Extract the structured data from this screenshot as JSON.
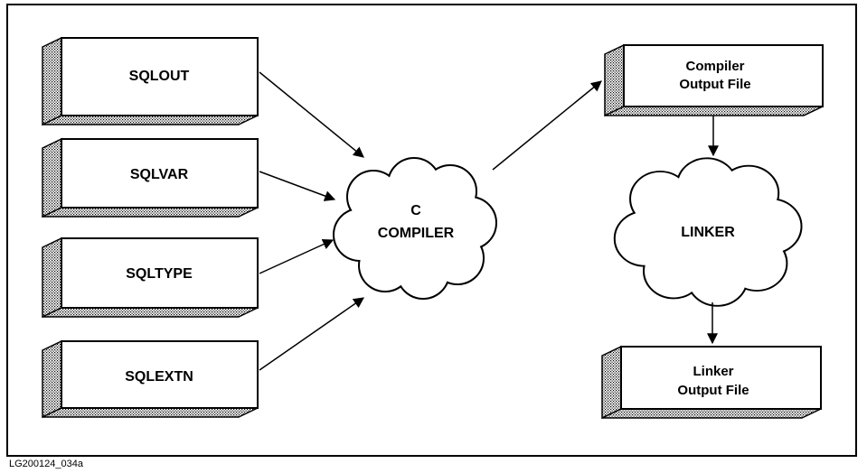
{
  "diagram": {
    "inputs": [
      "SQLOUT",
      "SQLVAR",
      "SQLTYPE",
      "SQLEXTN"
    ],
    "compiler": {
      "line1": "C",
      "line2": "COMPILER"
    },
    "compiler_output": {
      "line1": "Compiler",
      "line2": "Output File"
    },
    "linker": {
      "label": "LINKER"
    },
    "linker_output": {
      "line1": "Linker",
      "line2": "Output File"
    }
  },
  "figure_id": "LG200124_034a"
}
